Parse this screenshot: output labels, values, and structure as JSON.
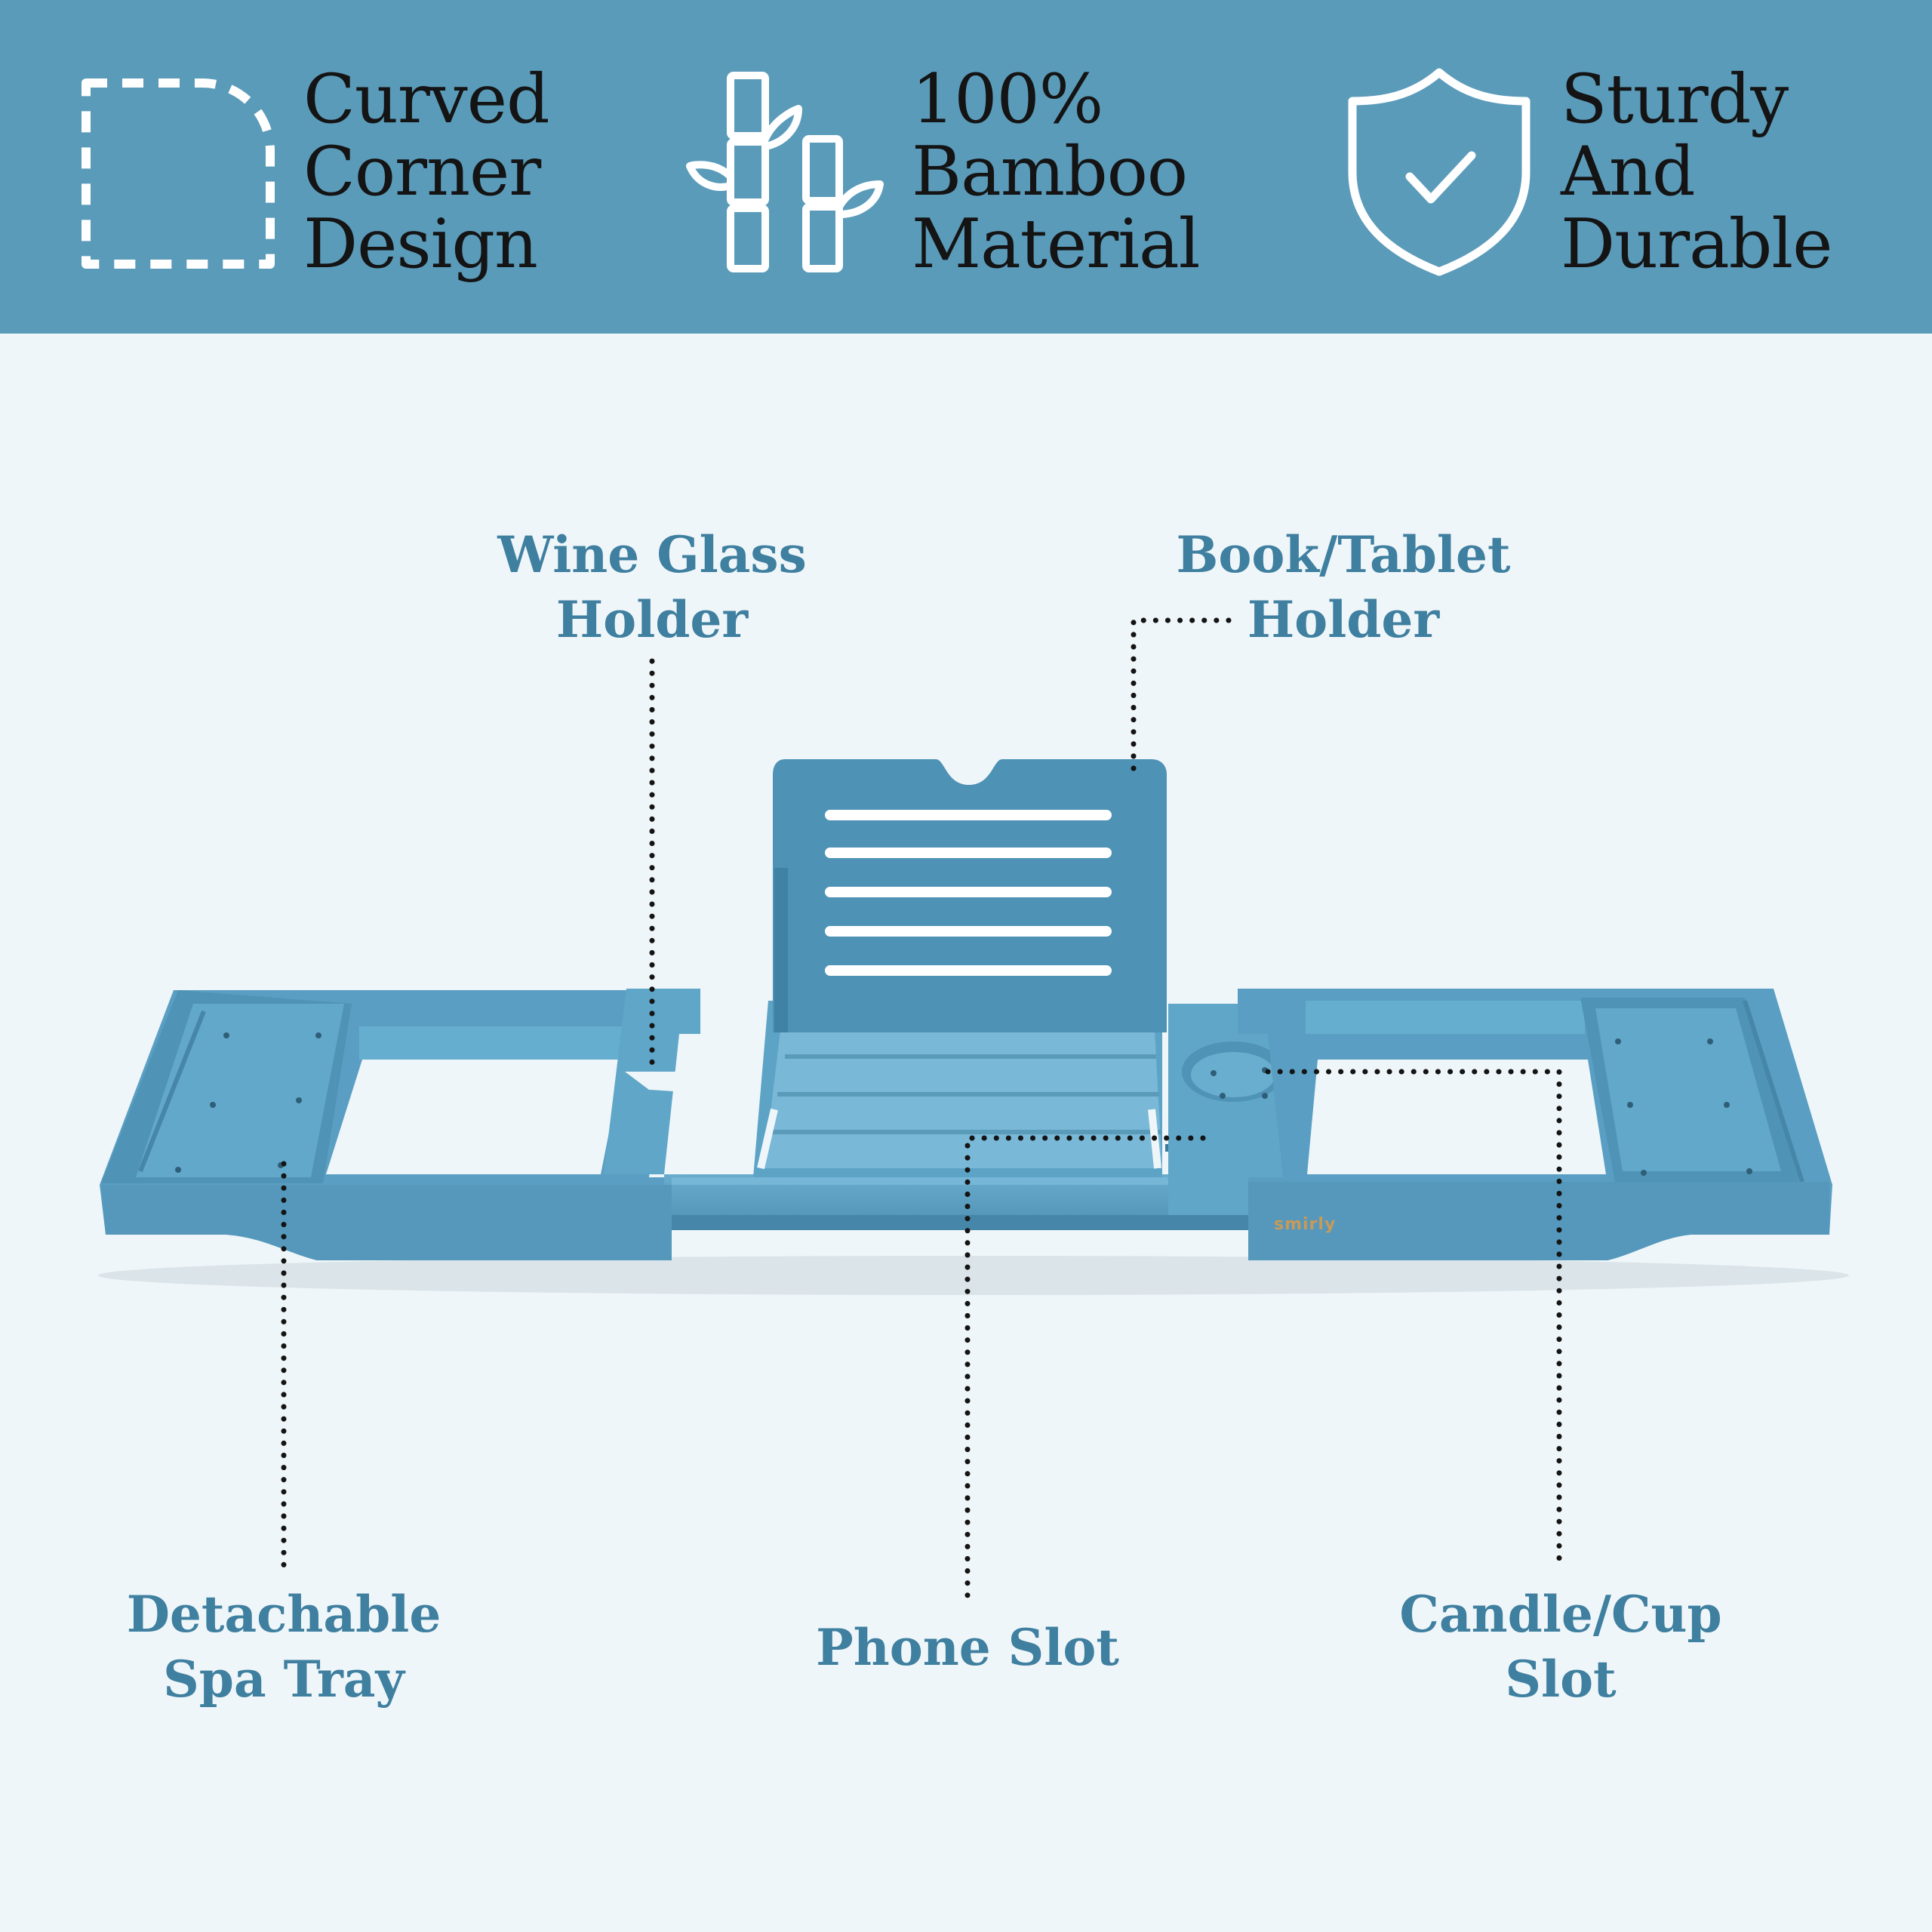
{
  "banner": {
    "features": [
      {
        "lines": [
          "Curved",
          "Corner",
          "Design"
        ],
        "icon": "rounded-square-dashed-icon"
      },
      {
        "lines": [
          "100%",
          "Bamboo",
          "Material"
        ],
        "icon": "bamboo-icon"
      },
      {
        "lines": [
          "Sturdy",
          "And",
          "Durable"
        ],
        "icon": "shield-check-icon"
      }
    ],
    "bg_color": "#5b9bba"
  },
  "product": {
    "brand_mark": "smirly",
    "color": "#5b9bba"
  },
  "callouts": {
    "wine_glass": [
      "Wine Glass",
      "Holder"
    ],
    "book_tablet": [
      "Book/Tablet",
      "Holder"
    ],
    "spa_tray": [
      "Detachable",
      "Spa Tray"
    ],
    "phone_slot": [
      "Phone Slot"
    ],
    "candle_cup": [
      "Candle/Cup",
      "Slot"
    ],
    "text_color": "#3f7fa0"
  }
}
